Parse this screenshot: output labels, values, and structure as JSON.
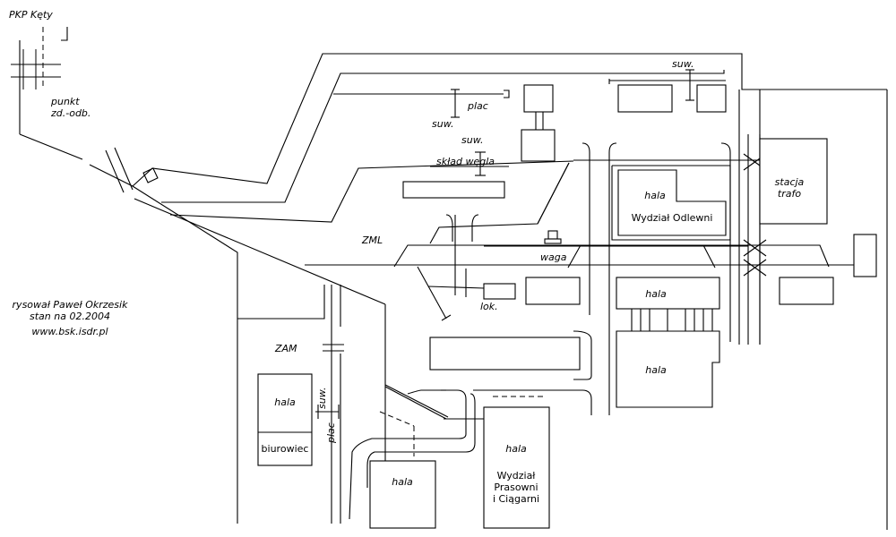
{
  "labels": {
    "pkp_ket": "PKP Kęty",
    "punkt": "punkt",
    "zd_odb": "zd.-odb.",
    "plac_top": "plac",
    "suw_top": "suw.",
    "suw_mid": "suw.",
    "sklad_wegla": "skład węgla",
    "suw_topright": "suw.",
    "zml": "ZML",
    "waga": "waga",
    "lok": "lok.",
    "zam": "ZAM",
    "suw_zam": "suw.",
    "plac_zam": "plac",
    "author": "rysował Paweł Okrzesik",
    "date": "stan na 02.2004",
    "site": "www.bsk.isdr.pl"
  },
  "buildings": {
    "hala_odlewni": "hala",
    "wydzial_odlewni": "Wydział Odlewni",
    "stacja": "stacja",
    "trafo": "trafo",
    "hala_mid": "hala",
    "hala_big": "hala",
    "hala_zam": "hala",
    "biurowiec": "biurowiec",
    "hala_bottom": "hala",
    "hala_prasowni": "hala",
    "wydzial": "Wydział",
    "prasowni": "Prasowni",
    "i_ciagarni": "i Ciągarni"
  }
}
